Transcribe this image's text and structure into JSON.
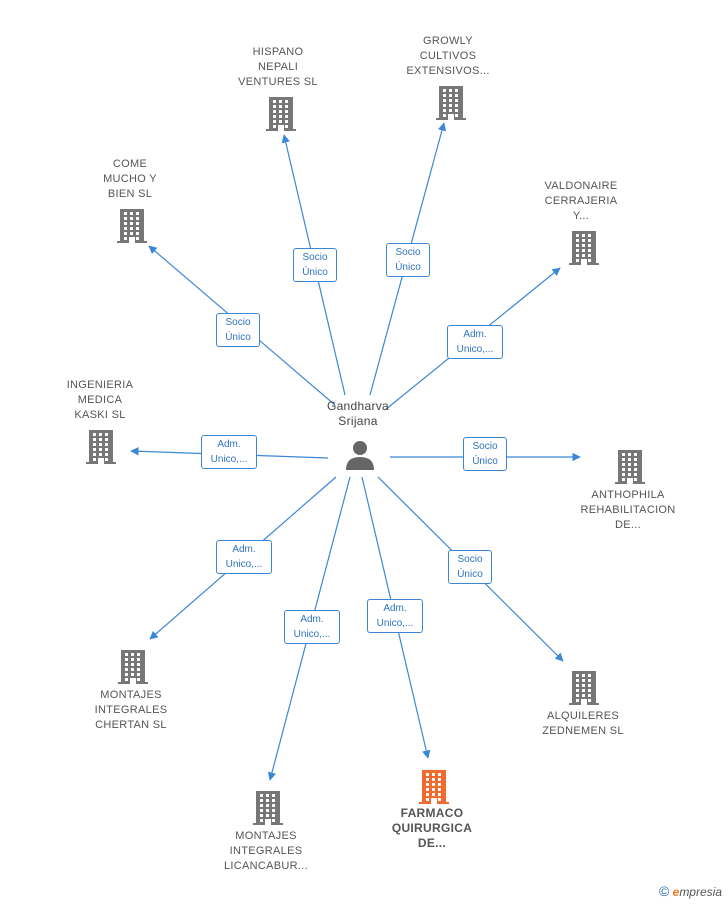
{
  "center": {
    "name": "Gandharva\nSrijana",
    "icon": "person-icon"
  },
  "nodes": [
    {
      "id": "hispano",
      "name": "HISPANO\nNEPALI\nVENTURES  SL",
      "relation": "Socio\nÚnico",
      "color": "#777777",
      "icon": "building-icon"
    },
    {
      "id": "growly",
      "name": "GROWLY\nCULTIVOS\nEXTENSIVOS...",
      "relation": "Socio\nÚnico",
      "color": "#777777",
      "icon": "building-icon"
    },
    {
      "id": "comemucho",
      "name": "COME\nMUCHO Y\nBIEN  SL",
      "relation": "Socio\nÚnico",
      "color": "#777777",
      "icon": "building-icon"
    },
    {
      "id": "valdonaire",
      "name": "VALDONAIRE\nCERRAJERIA\nY...",
      "relation": "Adm.\nUnico,...",
      "color": "#777777",
      "icon": "building-icon"
    },
    {
      "id": "ingenieria",
      "name": "INGENIERIA\nMEDICA\nKASKI  SL",
      "relation": "Adm.\nUnico,...",
      "color": "#777777",
      "icon": "building-icon"
    },
    {
      "id": "anthophila",
      "name": "ANTHOPHILA\nREHABILITACION\nDE...",
      "relation": "Socio\nÚnico",
      "color": "#777777",
      "icon": "building-icon"
    },
    {
      "id": "chertan",
      "name": "MONTAJES\nINTEGRALES\nCHERTAN  SL",
      "relation": "Adm.\nUnico,...",
      "color": "#777777",
      "icon": "building-icon"
    },
    {
      "id": "alquileres",
      "name": "ALQUILERES\nZEDNEMEN  SL",
      "relation": "Socio\nÚnico",
      "color": "#777777",
      "icon": "building-icon"
    },
    {
      "id": "licancabur",
      "name": "MONTAJES\nINTEGRALES\nLICANCABUR...",
      "relation": "Adm.\nUnico,...",
      "color": "#777777",
      "icon": "building-icon"
    },
    {
      "id": "farmaco",
      "name": "FARMACO\nQUIRURGICA\nDE...",
      "relation": "Adm.\nUnico,...",
      "color": "#f26a2e",
      "icon": "building-icon",
      "focus": true
    }
  ],
  "footer": {
    "copyright": "©",
    "brand_initial": "e",
    "brand_rest": "mpresia"
  },
  "colors": {
    "edge": "#3b87d6",
    "building": "#777777",
    "focus": "#f26a2e"
  }
}
